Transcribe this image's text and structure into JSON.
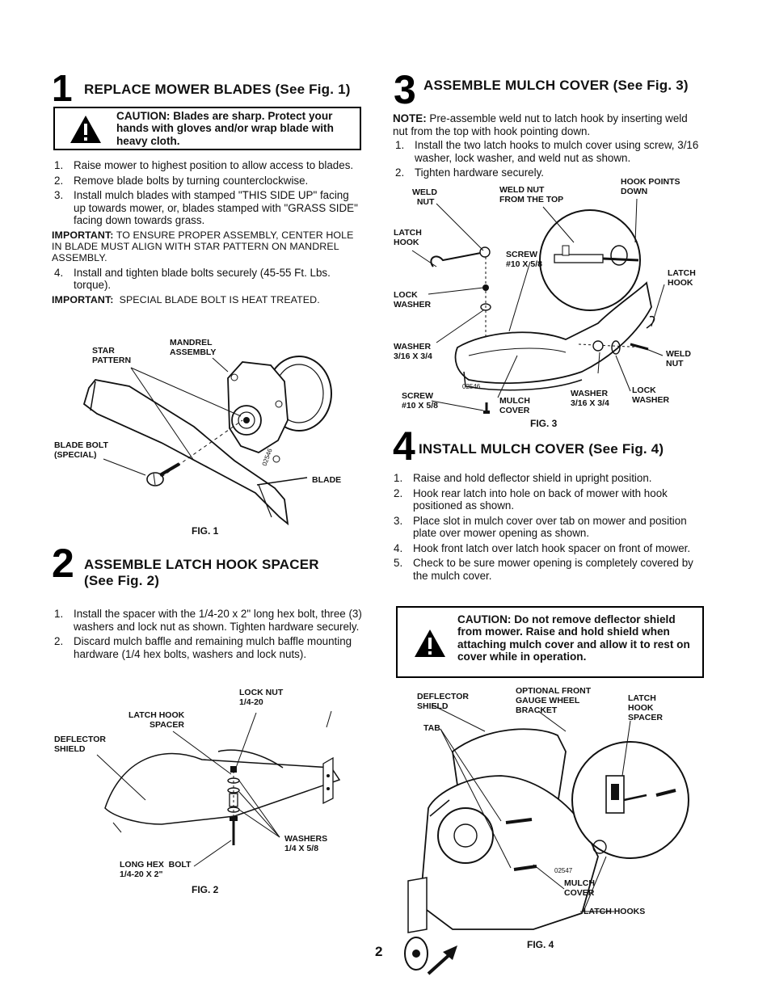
{
  "s1": {
    "num": "1",
    "title": "REPLACE MOWER BLADES (See Fig. 1)",
    "caution": "CAUTION: Blades are sharp. Protect your hands with gloves and/or wrap blade with heavy cloth.",
    "steps": [
      "Raise mower to highest position to allow access to blades.",
      "Remove blade bolts by turning counterclockwise.",
      "Install mulch blades with stamped \"THIS SIDE UP\" facing up towards mower, or, blades stamped with \"GRASS SIDE\" facing down towards grass."
    ],
    "important1_label": "IMPORTANT:",
    "important1_text": "TO ENSURE PROPER ASSEMBLY, CENTER HOLE IN BLADE MUST ALIGN WITH STAR PATTERN ON MANDREL ASSEMBLY.",
    "step4": "Install and tighten blade bolts securely (45-55 Ft. Lbs. torque).",
    "important2_label": "IMPORTANT:",
    "important2_text": "SPECIAL BLADE BOLT IS HEAT TREATED."
  },
  "fig1": {
    "mandrel": "MANDREL",
    "assembly": "ASSEMBLY",
    "star": "STAR",
    "pattern": "PATTERN",
    "blade_bolt": "BLADE BOLT",
    "special": "(SPECIAL)",
    "blade": "BLADE",
    "part_no": "02546",
    "caption": "FIG. 1"
  },
  "s2": {
    "num": "2",
    "title_line1": "ASSEMBLE LATCH HOOK SPACER",
    "title_line2": "(See Fig. 2)",
    "steps": [
      "Install the spacer with the 1/4-20 x 2\" long hex bolt, three (3) washers and lock nut as shown. Tighten hardware securely.",
      "Discard mulch baffle and remaining mulch baffle mounting hardware (1/4 hex bolts, washers and lock nuts)."
    ]
  },
  "fig2": {
    "lock_nut": "LOCK NUT",
    "lock_nut_size": "1/4-20",
    "latch_hook": "LATCH HOOK",
    "spacer": "SPACER",
    "deflector": "DEFLECTOR",
    "shield": "SHIELD",
    "washers": "WASHERS",
    "washers_size": "1/4 X 5/8",
    "long_hex_bolt": "LONG HEX  BOLT",
    "bolt_size": "1/4-20 X 2\"",
    "caption": "FIG. 2"
  },
  "s3": {
    "num": "3",
    "title": "ASSEMBLE MULCH COVER (See Fig. 3)",
    "note_label": "NOTE:",
    "note_text": "Pre-assemble weld nut to latch hook by inserting weld nut from the top with hook pointing down.",
    "steps": [
      "Install the two latch hooks to mulch cover using screw, 3/16 washer, lock washer, and weld nut as shown.",
      "Tighten hardware securely."
    ]
  },
  "fig3": {
    "hook_points": "HOOK POINTS",
    "down": "DOWN",
    "weld": "WELD",
    "nut": "NUT",
    "weld_nut": "WELD NUT",
    "from_top": "FROM THE TOP",
    "latch": "LATCH",
    "hook": "HOOK",
    "screw": "SCREW",
    "screw_size": "#10 X 5/8",
    "latch_r": "LATCH",
    "hook_r": "HOOK",
    "lock": "LOCK",
    "washer": "WASHER",
    "washer2": "WASHER",
    "washer2_size": "3/16 X 3/4",
    "weld_r": "WELD",
    "nut_r": "NUT",
    "screw2": "SCREW",
    "screw2_size": "#10 X 5/8",
    "mulch": "MULCH",
    "cover": "COVER",
    "washer3": "WASHER",
    "washer3_size": "3/16 X 3/4",
    "lock2": "LOCK",
    "washer4": "WASHER",
    "part_no": "02546",
    "caption": "FIG. 3"
  },
  "s4": {
    "num": "4",
    "title": "INSTALL MULCH COVER (See Fig. 4)",
    "steps": [
      "Raise and hold deflector shield in upright position.",
      "Hook rear latch into hole on back of mower with hook positioned as shown.",
      "Place slot in mulch cover over tab on mower and position plate over mower opening as shown.",
      "Hook front latch over latch hook spacer on front of mower.",
      "Check to be sure mower opening is completely covered by the mulch cover."
    ],
    "caution": "CAUTION: Do not remove deflector shield from mower. Raise and hold shield when attaching mulch cover and allow it to rest on cover while in operation."
  },
  "fig4": {
    "deflector": "DEFLECTOR",
    "shield": "SHIELD",
    "optional_front": "OPTIONAL FRONT",
    "gauge_wheel": "GAUGE WHEEL",
    "bracket": "BRACKET",
    "latch": "LATCH",
    "hook": "HOOK",
    "spacer": "SPACER",
    "tab": "TAB",
    "mulch": "MULCH",
    "cover": "COVER",
    "latch_hooks": "LATCH HOOKS",
    "part_no": "02547",
    "caption": "FIG. 4"
  },
  "page_number": "2",
  "icons": [
    "warning-triangle-icon"
  ]
}
